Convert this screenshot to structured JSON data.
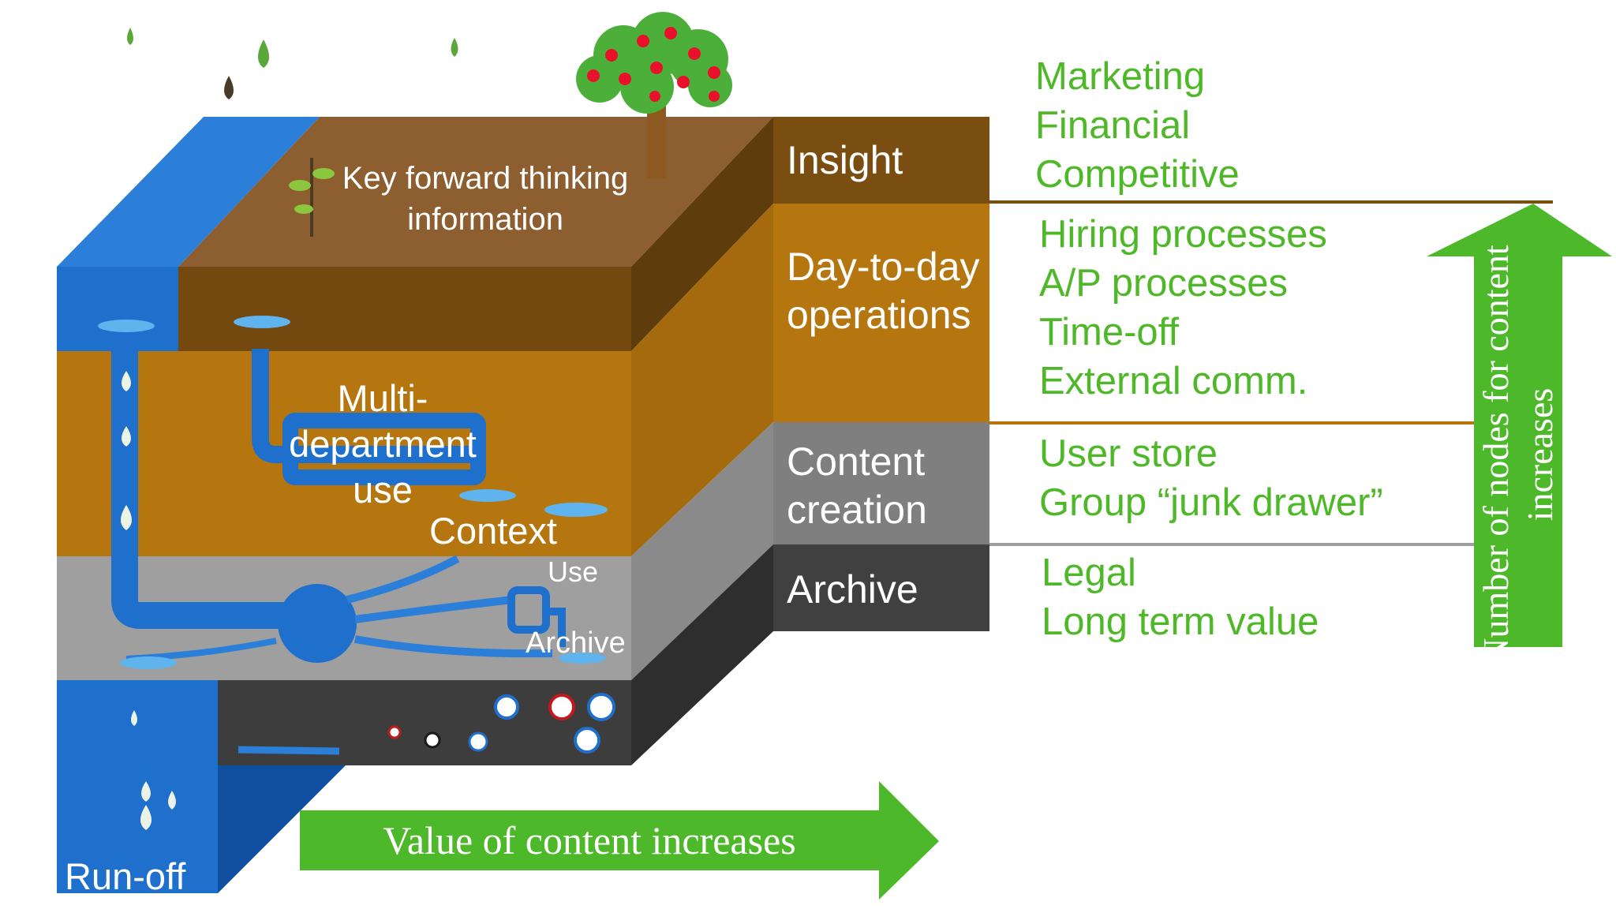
{
  "cube": {
    "top_label": "Key forward thinking information",
    "multi_label": "Multi-department use",
    "context_label": "Context",
    "use_label": "Use",
    "archive_label": "Archive",
    "runoff_label": "Run-off"
  },
  "layers": [
    {
      "name": "Insight",
      "color": "#7a4e10",
      "items": [
        "Marketing",
        "Financial",
        "Competitive"
      ]
    },
    {
      "name": "Day-to-day operations",
      "color": "#b5760f",
      "items": [
        "Hiring processes",
        "A/P processes",
        "Time-off",
        "External comm."
      ]
    },
    {
      "name": "Content creation",
      "color": "#7f7f7f",
      "items": [
        "User store",
        "Group “junk drawer”"
      ]
    },
    {
      "name": "Archive",
      "color": "#404040",
      "items": [
        "Legal",
        "Long term value"
      ]
    }
  ],
  "arrows": {
    "horizontal": "Value of content increases",
    "vertical": "Number of nodes for content increases",
    "color": "#4cb82a"
  },
  "colors": {
    "water": "#1f6fcc",
    "soil_top": "#8b5e2e",
    "tree_foliage": "#4caf3a",
    "apple": "#e8102a"
  }
}
